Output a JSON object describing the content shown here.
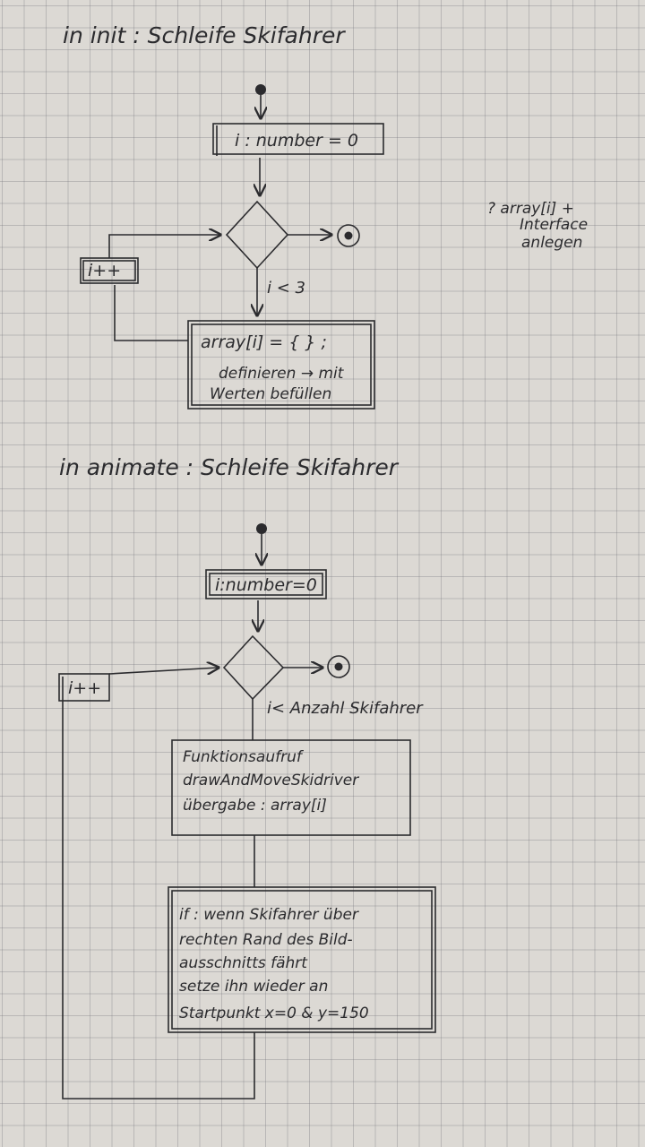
{
  "section1": {
    "heading": "in init : Schleife Skifahrer",
    "init_box": "i : number = 0",
    "increment_box": "i++",
    "condition": "i < 3",
    "action_line1": "array[i] = { } ;",
    "action_line2": "definieren → mit",
    "action_line3": "Werten befüllen",
    "side_note_line1": "? array[i] +",
    "side_note_line2": "Interface",
    "side_note_line3": "anlegen"
  },
  "section2": {
    "heading": "in animate : Schleife Skifahrer",
    "init_box": "i:number=0",
    "increment_box": "i++",
    "condition": "i< Anzahl Skifahrer",
    "call_line1": "Funktionsaufruf",
    "call_line2": "drawAndMoveSkidriver",
    "call_line3": "übergabe : array[i]",
    "if_line1": "if : wenn Skifahrer über",
    "if_line2": "rechten Rand des Bild-",
    "if_line3": "ausschnitts fährt",
    "if_line4": "setze ihn wieder an",
    "if_line5": "Startpunkt x=0 & y=150"
  }
}
